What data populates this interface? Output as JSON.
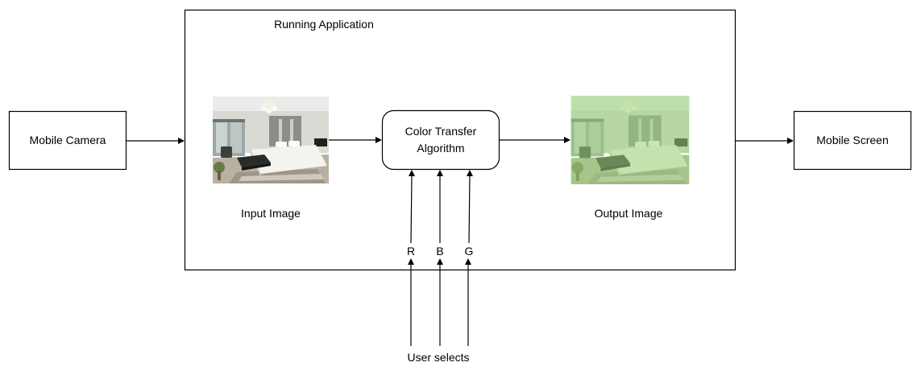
{
  "diagram": {
    "container": {
      "label": "Running Application"
    },
    "nodes": {
      "camera": {
        "label": "Mobile Camera"
      },
      "algorithm": {
        "line1": "Color Transfer",
        "line2": "Algorithm"
      },
      "screen": {
        "label": "Mobile Screen"
      }
    },
    "images": {
      "input": {
        "caption": "Input Image",
        "tint": "none"
      },
      "output": {
        "caption": "Output Image",
        "tint": "#b5dfa0"
      }
    },
    "channels": [
      "R",
      "B",
      "G"
    ],
    "user_label": "User selects",
    "edges": [
      {
        "from": "Mobile Camera",
        "to": "Running Application"
      },
      {
        "from": "Input Image",
        "to": "Color Transfer Algorithm"
      },
      {
        "from": "Color Transfer Algorithm",
        "to": "Output Image"
      },
      {
        "from": "Running Application",
        "to": "Mobile Screen"
      },
      {
        "from": "User selects",
        "to": "R"
      },
      {
        "from": "User selects",
        "to": "B"
      },
      {
        "from": "User selects",
        "to": "G"
      },
      {
        "from": "R",
        "to": "Color Transfer Algorithm"
      },
      {
        "from": "B",
        "to": "Color Transfer Algorithm"
      },
      {
        "from": "G",
        "to": "Color Transfer Algorithm"
      }
    ]
  }
}
